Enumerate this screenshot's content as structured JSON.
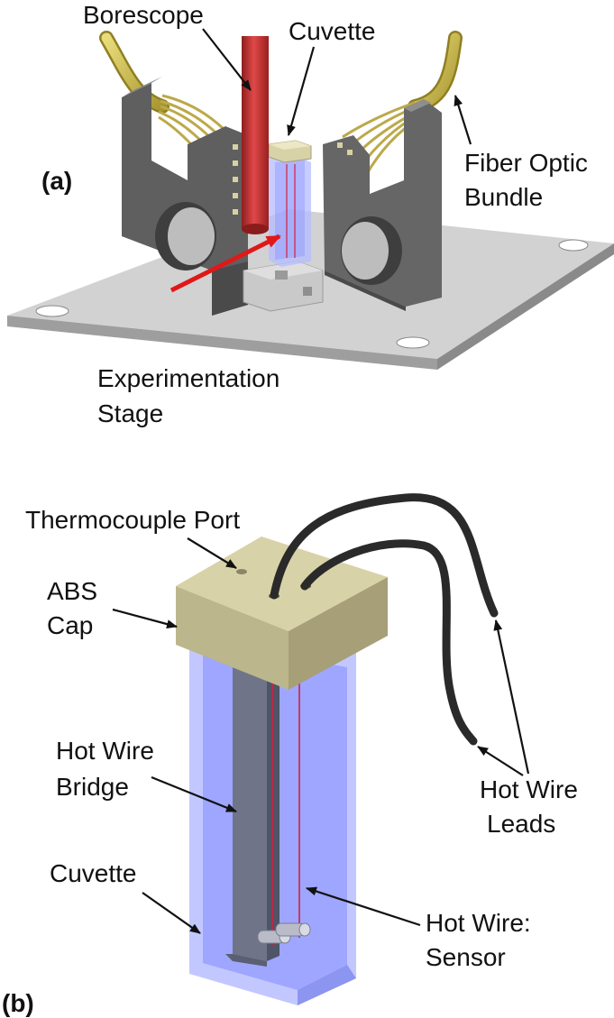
{
  "panel_a": {
    "tag": "(a)",
    "labels": {
      "borescope": "Borescope",
      "cuvette": "Cuvette",
      "fiber_line1": "Fiber Optic",
      "fiber_line2": "Bundle",
      "stage_line1": "Experimentation",
      "stage_line2": "Stage"
    }
  },
  "panel_b": {
    "tag": "(b)",
    "labels": {
      "thermocouple": "Thermocouple Port",
      "abs_line1": "ABS",
      "abs_line2": "Cap",
      "bridge_line1": "Hot Wire",
      "bridge_line2": "Bridge",
      "cuvette": "Cuvette",
      "leads_line1": "Hot Wire",
      "leads_line2": "Leads",
      "sensor_line1": "Hot Wire:",
      "sensor_line2": "Sensor"
    }
  },
  "colors": {
    "stage": "#c8c8c8",
    "mount": "#6e6e6e",
    "fiber": "#c9b84a",
    "borescope": "#d23a3a",
    "cap": "#d8d2a8",
    "cuvette_glass": "#aab4ff",
    "wire": "#d02040",
    "laser_arrow": "#e01818"
  }
}
